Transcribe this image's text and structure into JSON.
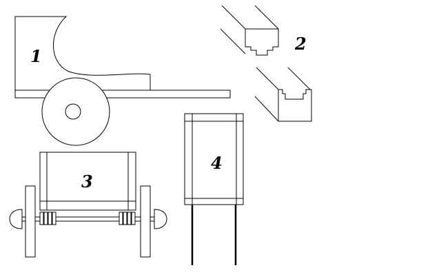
{
  "labels": {
    "part1": "1",
    "part2": "2",
    "part3": "3",
    "part4": "4"
  },
  "colors": {
    "stroke": "#000000",
    "background": "#ffffff"
  }
}
